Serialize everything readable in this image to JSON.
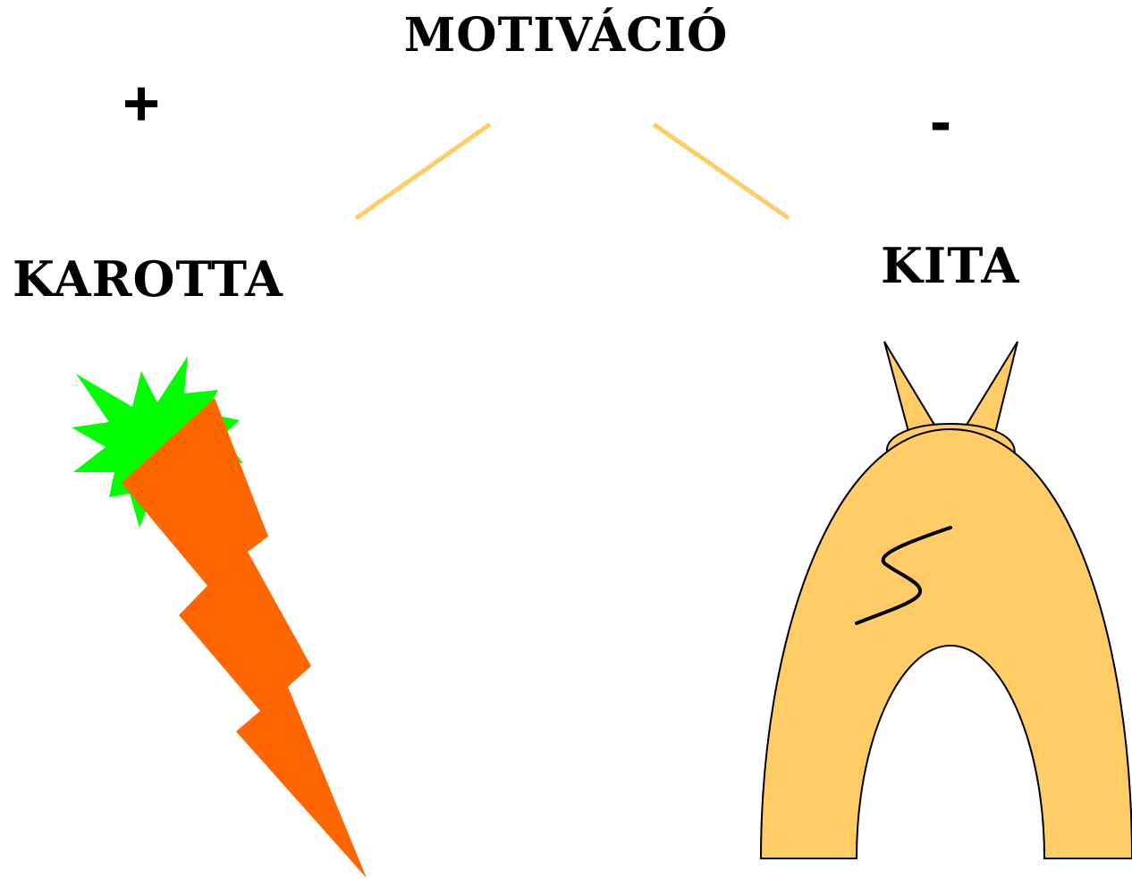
{
  "title": "MOTIVÁCIÓ",
  "plus_sign": "+",
  "minus_sign": "-",
  "left": {
    "label": "KAROTTA",
    "icon": "carrot-icon"
  },
  "right": {
    "label": "KITA",
    "icon": "whip-icon"
  },
  "colors": {
    "connector": "#FFCC66",
    "carrot_body": "#FF6600",
    "carrot_leaves": "#00FF00",
    "whip_fill": "#FFCC66",
    "outline": "#000000"
  }
}
